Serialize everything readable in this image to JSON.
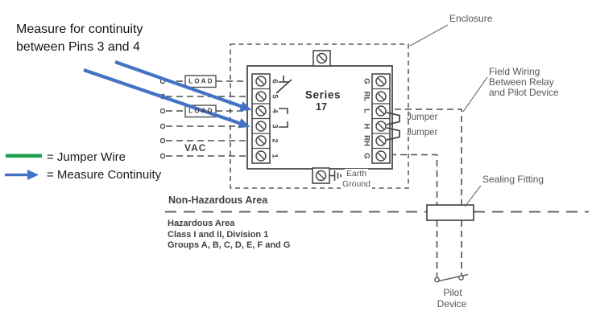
{
  "annotation": {
    "line1": "Measure for continuity",
    "line2": "between Pins 3 and 4"
  },
  "legend": {
    "jumper_wire_label": "= Jumper Wire",
    "measure_continuity_label": "= Measure Continuity",
    "jumper_wire_color": "#1fa24d",
    "measure_continuity_color": "#4472c4"
  },
  "device": {
    "title_line1": "Series",
    "title_line2": "17",
    "left_terminals": [
      "6",
      "5",
      "4",
      "3",
      "2",
      "1"
    ],
    "right_terminals": [
      "G",
      "RL",
      "L",
      "H",
      "RH",
      "G"
    ]
  },
  "left_side": {
    "load_label_1": "LOAD",
    "load_label_2": "LOAD",
    "vac_label": "VAC"
  },
  "callouts": {
    "enclosure": "Enclosure",
    "field_wiring_line1": "Field Wiring",
    "field_wiring_line2": "Between Relay",
    "field_wiring_line3": "and Pilot Device",
    "sealing_fitting": "Sealing Fitting",
    "jumper_1": "Jumper",
    "jumper_2": "Jumper",
    "earth_ground_line1": "Earth",
    "earth_ground_line2": "Ground",
    "pilot_device_line1": "Pilot",
    "pilot_device_line2": "Device"
  },
  "areas": {
    "non_hazardous": "Non-Hazardous Area",
    "hazardous_line1": "Hazardous Area",
    "hazardous_line2": "Class I and II, Division 1",
    "hazardous_line3": "Groups A, B, C, D, E, F and G"
  },
  "colors": {
    "diagram_line": "#4d4e51",
    "diagram_text": "#55565a",
    "arrow_blue": "#4472c4",
    "jumper_green": "#1fa24d"
  }
}
